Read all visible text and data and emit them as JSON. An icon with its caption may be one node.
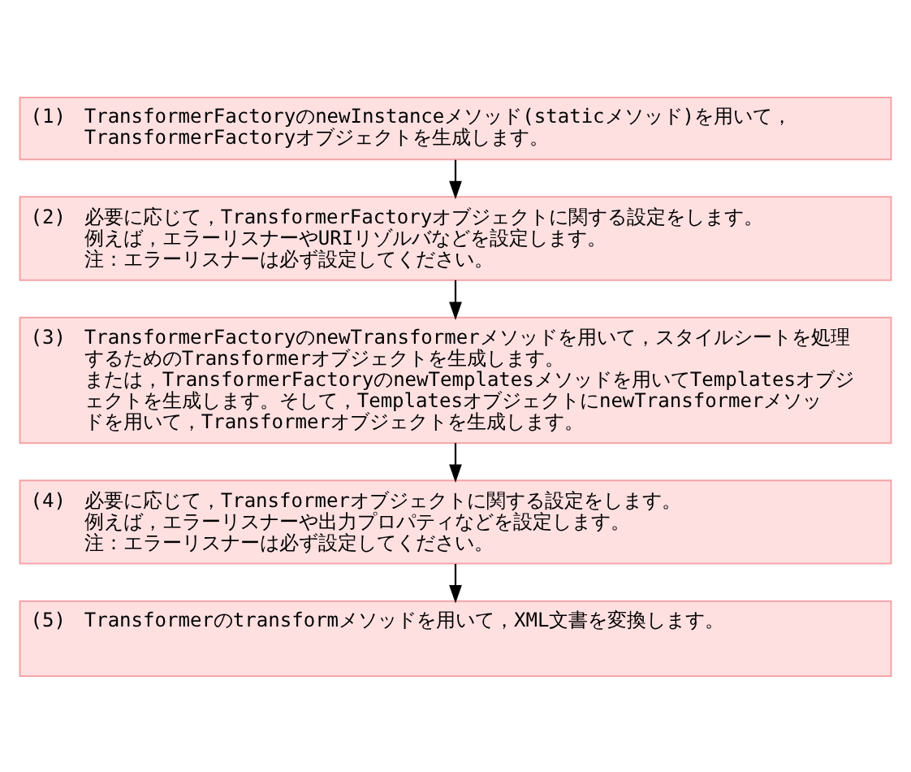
{
  "diagram": {
    "nodes": [
      {
        "text": [
          "(1)",
          "TransformerFactoryのnewInstanceメソッド(staticメソッド)を用いて，TransformerFactoryオブジェクトを生成します。"
        ]
      },
      {
        "text": [
          "(2)",
          "必要に応じて，TransformerFactoryオブジェクトに関する設定をします。",
          "例えば，エラーリスナーやURIリゾルバなどを設定します。",
          "注：エラーリスナーは必ず設定してください。"
        ]
      },
      {
        "text": [
          "(3)",
          "TransformerFactoryのnewTransformerメソッドを用いて，スタイルシートを処理するためのTransformerオブジェクトを生成します。",
          "または，TransformerFactoryのnewTemplatesメソッドを用いてTemplatesオブジェクトを生成します。そして，TemplatesオブジェクトにnewTransformerメソッドを用いて，Transformerオブジェクトを生成します。"
        ]
      },
      {
        "text": [
          "(4)",
          "必要に応じて，Transformerオブジェクトに関する設定をします。",
          "例えば，エラーリスナーや出力プロパティなどを設定します。",
          "注：エラーリスナーは必ず設定してください。"
        ]
      },
      {
        "text": [
          "(5)",
          "Transformerのtransformメソッドを用いて，XML文書を変換します。"
        ]
      }
    ],
    "edges": [
      {
        "from": 0,
        "to": 1,
        "arrow": "to"
      },
      {
        "from": 1,
        "to": 2,
        "arrow": "to"
      },
      {
        "from": 2,
        "to": 3,
        "arrow": "to"
      },
      {
        "from": 3,
        "to": 4,
        "arrow": "to"
      }
    ]
  }
}
